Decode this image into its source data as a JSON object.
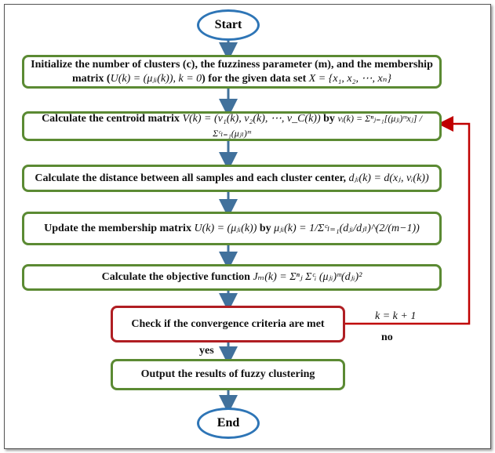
{
  "start": "Start",
  "end": "End",
  "steps": [
    {
      "text": "Initialize the number of clusters (c), the fuzziness parameter (m), and the membership matrix (",
      "math": "U(k) = (μⱼᵢ(k)), k = 0",
      "text2": ") for the given data set ",
      "math2": "X = {x₁, x₂, ⋯, xₙ}"
    },
    {
      "text": "Calculate the centroid matrix ",
      "math": "V(k) = (v₁(k), v₂(k), ⋯, v_C(k))",
      "text2": " by ",
      "math2": "vᵢ(k) = Σⁿⱼ₌₁[(μⱼᵢ)ᵐxⱼ] / Σᶜₗ₌₁(μⱼₗ)ᵐ"
    },
    {
      "text": "Calculate the distance between all samples and each cluster center, ",
      "math": "dⱼᵢ(k) = d(xⱼ, vᵢ(k))"
    },
    {
      "text": "Update the membership matrix ",
      "math": "U(k) = (μⱼᵢ(k))",
      "text2": " by ",
      "math2": "μⱼᵢ(k) = 1/Σᶜₗ₌₁(dⱼᵢ/dⱼₗ)^(2/(m−1))"
    },
    {
      "text": "Calculate the objective function ",
      "math": "Jₘ(k) = Σⁿⱼ Σᶜᵢ (μⱼᵢ)ᵐ(dⱼᵢ)²"
    }
  ],
  "decision": "Check if the convergence criteria are met",
  "output": "Output the results of fuzzy clustering",
  "labels": {
    "yes": "yes",
    "no": "no",
    "increment": "k = k + 1"
  },
  "colors": {
    "process_border": "#5b8a33",
    "decision_border": "#b01e23",
    "terminal_border": "#2e75b6",
    "arrow": "#41719c",
    "loop": "#c00000"
  }
}
